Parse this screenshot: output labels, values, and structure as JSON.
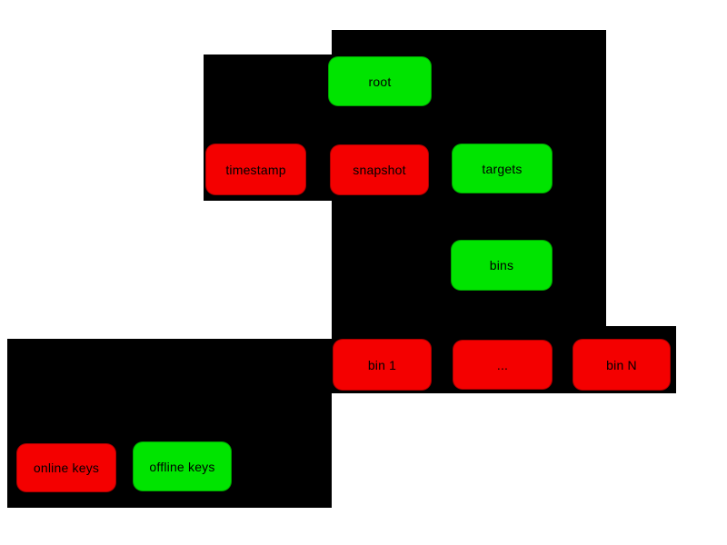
{
  "colors": {
    "online": "#f40000",
    "offline": "#00e400",
    "panel": "#000000",
    "page": "#ffffff",
    "text": "#000000"
  },
  "nodes": {
    "root": {
      "label": "root",
      "key": "offline"
    },
    "timestamp": {
      "label": "timestamp",
      "key": "online"
    },
    "snapshot": {
      "label": "snapshot",
      "key": "online"
    },
    "targets": {
      "label": "targets",
      "key": "offline"
    },
    "bins": {
      "label": "bins",
      "key": "offline"
    },
    "bin1": {
      "label": "bin 1",
      "key": "online"
    },
    "bin_ellipsis": {
      "label": "...",
      "key": "online"
    },
    "binN": {
      "label": "bin N",
      "key": "online"
    },
    "online_keys": {
      "label": "online keys",
      "key": "online"
    },
    "offline_keys": {
      "label": "offline keys",
      "key": "offline"
    }
  }
}
